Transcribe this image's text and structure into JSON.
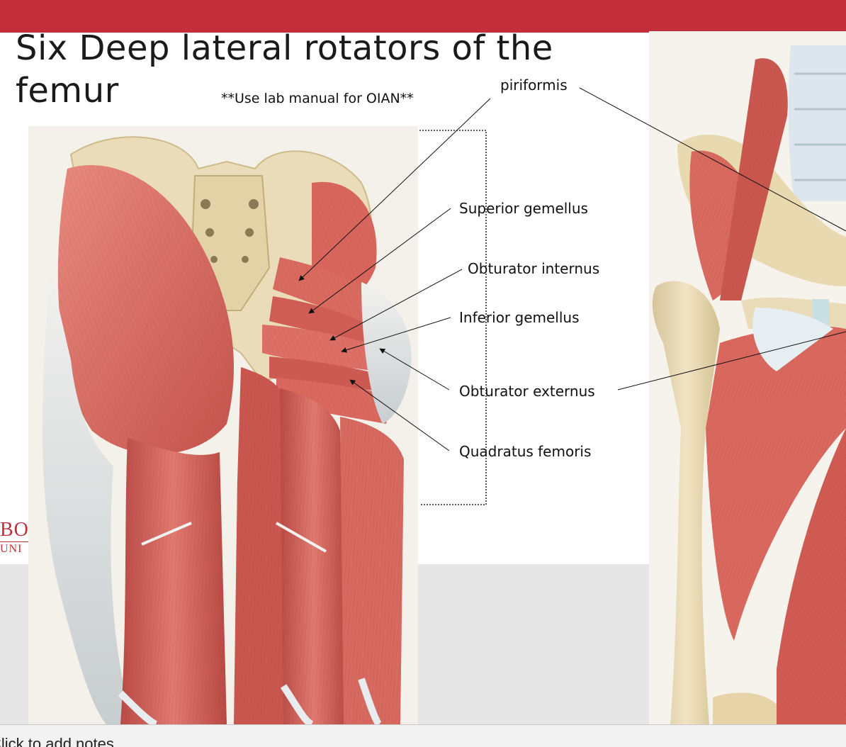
{
  "slide": {
    "title": "Six Deep lateral rotators of the femur",
    "note": "**Use lab manual for OIAN**",
    "accent_color": "#c22f3a"
  },
  "labels": {
    "piriformis": "piriformis",
    "superior_gemellus": "Superior gemellus",
    "obturator_internus": "Obturator internus",
    "inferior_gemellus": "Inferior gemellus",
    "obturator_externus": "Obturator externus",
    "quadratus_femoris": "Quadratus femoris"
  },
  "logo": {
    "line1": "BO",
    "line2": "UNI"
  },
  "notes": {
    "placeholder": "Click to add notes"
  }
}
